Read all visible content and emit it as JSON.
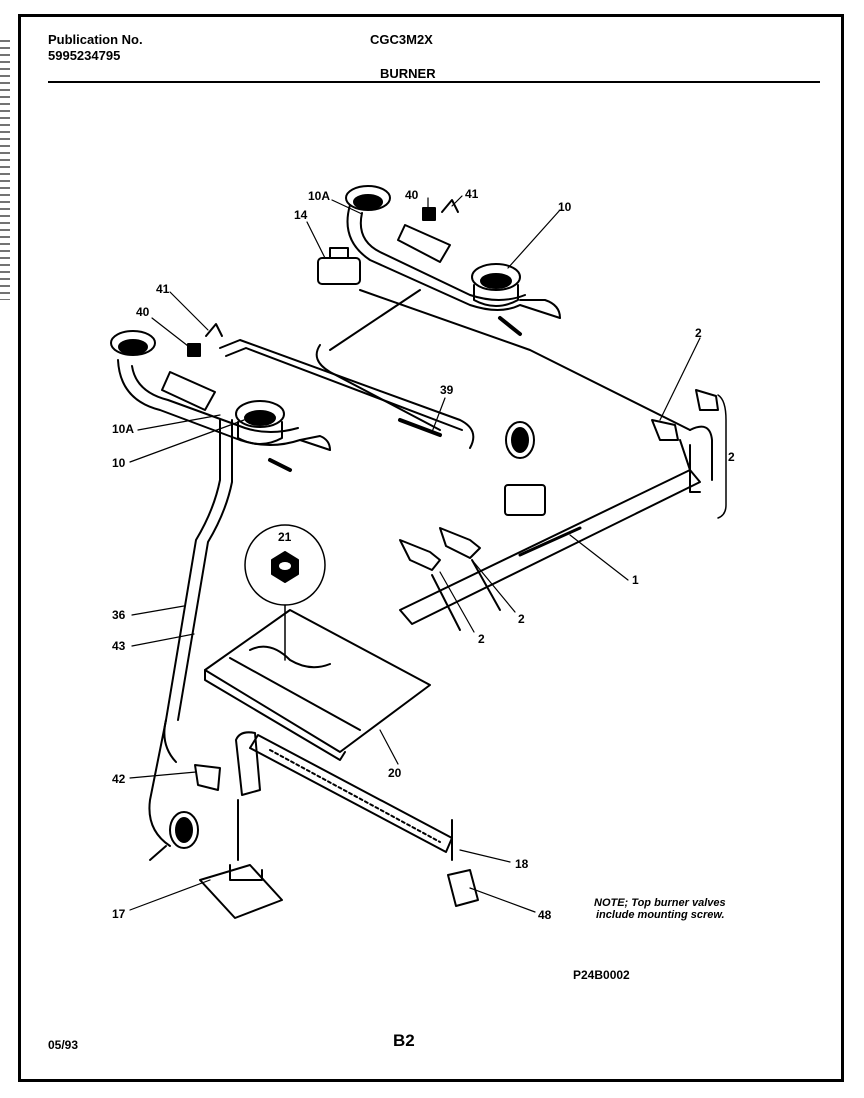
{
  "header": {
    "publication_label": "Publication No.",
    "publication_number": "5995234795",
    "model": "CGC3M2X",
    "section": "BURNER"
  },
  "callouts": {
    "c10a_top": "10A",
    "c40_top": "40",
    "c41_top": "41",
    "c10_top": "10",
    "c14": "14",
    "c41_left": "41",
    "c40_left": "40",
    "c10a_left": "10A",
    "c10_left": "10",
    "c39": "39",
    "c2_right_top": "2",
    "c2_bracket": "2",
    "c1": "1",
    "c2_mid": "2",
    "c2_low": "2",
    "c21": "21",
    "c36": "36",
    "c43": "43",
    "c20": "20",
    "c42": "42",
    "c18": "18",
    "c17": "17",
    "c48": "48"
  },
  "note": {
    "line1": "NOTE; Top burner valves",
    "line2": "include mounting screw."
  },
  "diagram_id": "P24B0002",
  "footer": {
    "date": "05/93",
    "page": "B2"
  }
}
